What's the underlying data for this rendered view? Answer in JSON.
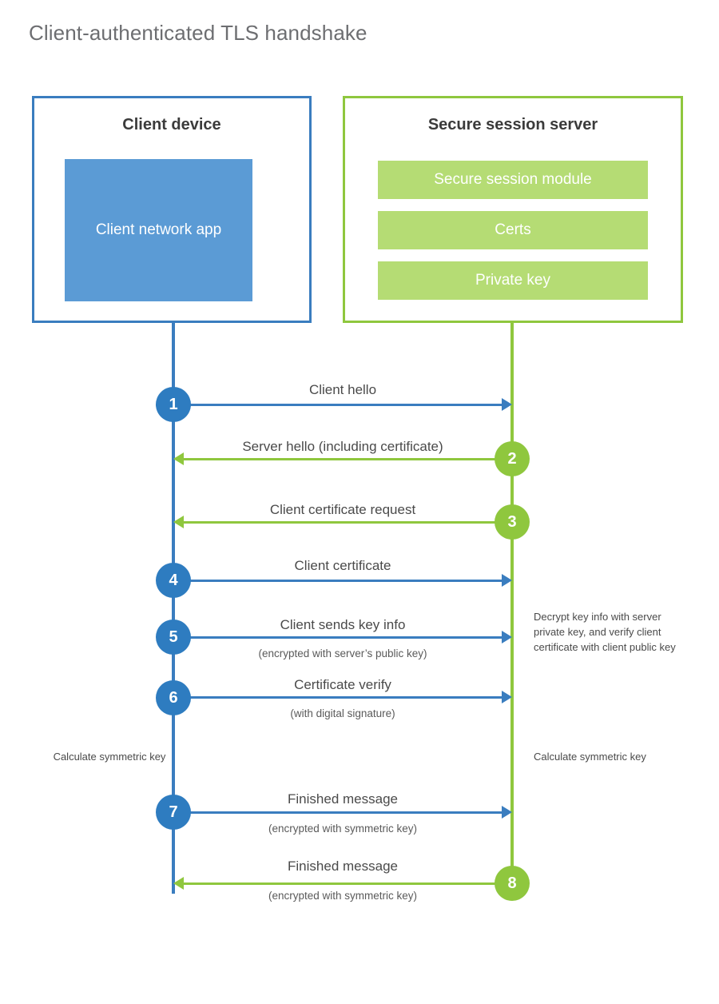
{
  "title": "Client-authenticated TLS handshake",
  "colors": {
    "client_border": "#3a7dbf",
    "client_app_fill": "#5b9bd5",
    "client_step": "#2e7cc0",
    "server_border": "#8fc73e",
    "server_module_fill": "#b5dc74",
    "server_step": "#8fc73e",
    "title_text": "#6d6e71",
    "body_text": "#4a4a4a"
  },
  "client": {
    "title": "Client device",
    "app_label": "Client network app"
  },
  "server": {
    "title": "Secure session server",
    "modules": [
      {
        "label": "Secure session module"
      },
      {
        "label": "Certs"
      },
      {
        "label": "Private key"
      }
    ]
  },
  "steps": [
    {
      "number": "1",
      "label": "Client hello",
      "sub": "",
      "direction": "client-to-server",
      "side": "client"
    },
    {
      "number": "2",
      "label": "Server hello (including certificate)",
      "sub": "",
      "direction": "server-to-client",
      "side": "server"
    },
    {
      "number": "3",
      "label": "Client certificate request",
      "sub": "",
      "direction": "server-to-client",
      "side": "server"
    },
    {
      "number": "4",
      "label": "Client certificate",
      "sub": "",
      "direction": "client-to-server",
      "side": "client"
    },
    {
      "number": "5",
      "label": "Client sends key info",
      "sub": "(encrypted with server’s public key)",
      "direction": "client-to-server",
      "side": "client"
    },
    {
      "number": "6",
      "label": "Certificate verify",
      "sub": "(with digital signature)",
      "direction": "client-to-server",
      "side": "client"
    },
    {
      "number": "7",
      "label": "Finished message",
      "sub": "(encrypted with symmetric key)",
      "direction": "client-to-server",
      "side": "client"
    },
    {
      "number": "8",
      "label": "Finished message",
      "sub": "(encrypted with symmetric key)",
      "direction": "server-to-client",
      "side": "server"
    }
  ],
  "notes": {
    "server_decrypt": "Decrypt key info with server private key, and verify client certificate with client public key",
    "client_calculate": "Calculate symmetric key",
    "server_calculate": "Calculate symmetric key"
  }
}
